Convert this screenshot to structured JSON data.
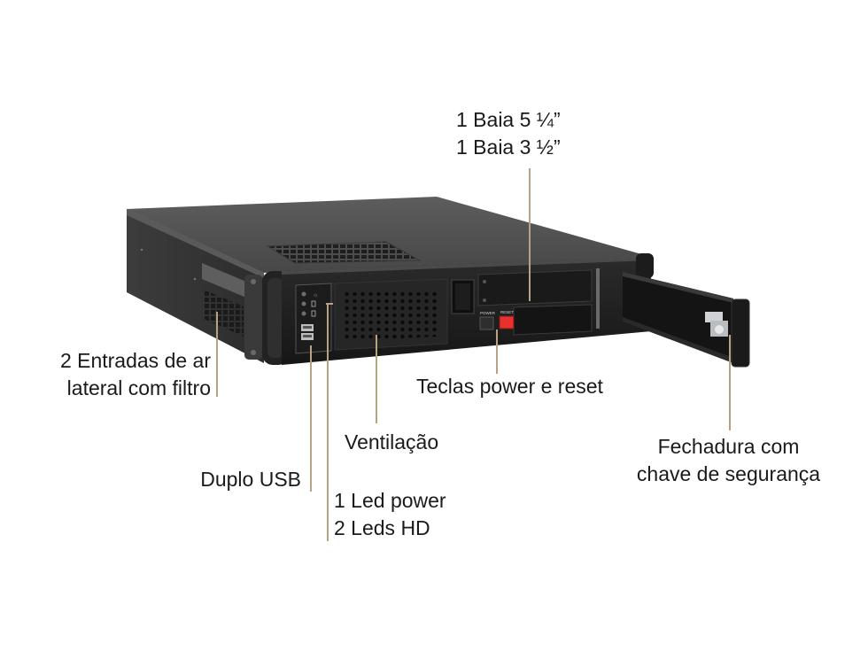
{
  "figure": {
    "subject": "2U rack server case with front panel features annotated",
    "leader_color": "#b7a383",
    "text_color": "#1a1a1a",
    "case_color": "#2a2a2a"
  },
  "callouts": {
    "bays": {
      "line1": "1 Baia 5 ¼”",
      "line2": "1 Baia 3 ½”"
    },
    "side_air": {
      "line1": "2 Entradas de ar",
      "line2": "lateral com filtro"
    },
    "buttons": {
      "text": "Teclas power e reset"
    },
    "ventilation": {
      "text": "Ventilação"
    },
    "lock": {
      "line1": "Fechadura com",
      "line2": "chave de segurança"
    },
    "usb": {
      "text": "Duplo USB"
    },
    "leds": {
      "line1": "1 Led power",
      "line2": "2 Leds HD"
    }
  },
  "front_panel": {
    "power_button_label": "POWER",
    "reset_button_label": "RESET",
    "reset_button_color": "#e8312c"
  }
}
